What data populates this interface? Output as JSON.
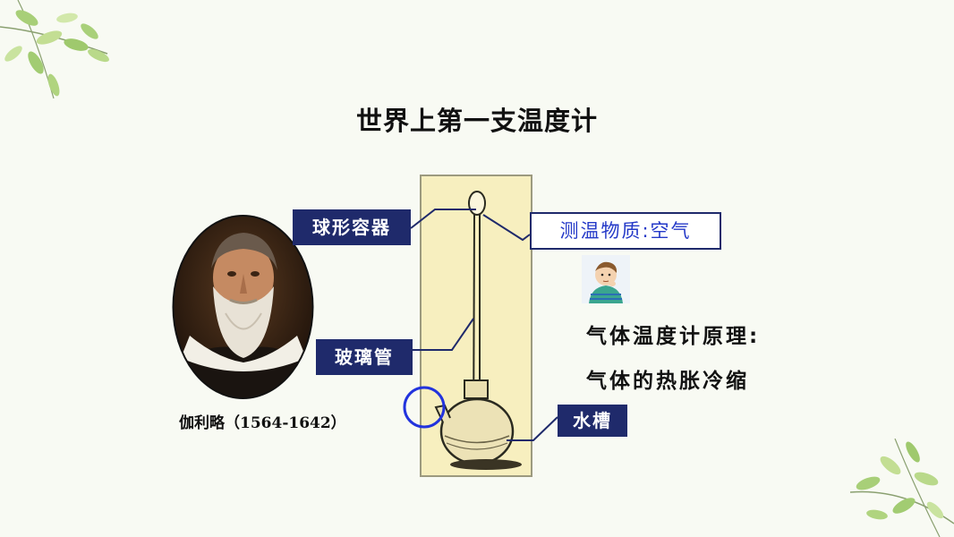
{
  "title": "世界上第一支温度计",
  "portrait_caption": "伽利略（1564-1642）",
  "labels": {
    "bulb": "球形容器",
    "tube": "玻璃管",
    "tank": "水槽",
    "medium": "测温物质:空气"
  },
  "principle": {
    "heading": "气体温度计原理:",
    "body": "气体的热胀冷缩"
  },
  "colors": {
    "label_bg": "#1f2a6b",
    "medium_text": "#2439c8",
    "highlight_circle": "#2233dd",
    "device_bg": "#f7efbf"
  }
}
